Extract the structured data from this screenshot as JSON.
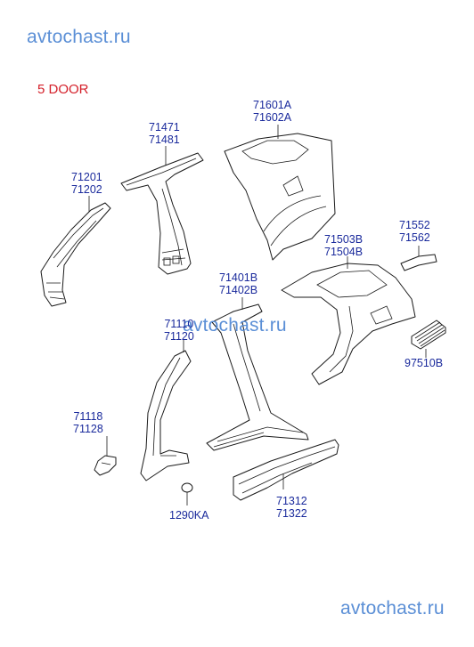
{
  "watermark": {
    "top": "avtochast.ru",
    "middle": "avtochast.ru",
    "bottom": "avtochast.ru"
  },
  "title": "5 DOOR",
  "labels": {
    "a_pillar": [
      "71201",
      "71202"
    ],
    "b_pillar_outer": [
      "71471",
      "71481"
    ],
    "quarter_inner": [
      "71601A",
      "71602A"
    ],
    "quarter_outer": [
      "71503B",
      "71504B"
    ],
    "trim_piece": [
      "71552",
      "71562"
    ],
    "vent_grille": [
      "97510B"
    ],
    "center_pillar": [
      "71401B",
      "71402B"
    ],
    "front_pillar_lower": [
      "71110",
      "71120"
    ],
    "bracket": [
      "71118",
      "71128"
    ],
    "plug": [
      "1290KA"
    ],
    "side_sill": [
      "71312",
      "71322"
    ]
  }
}
